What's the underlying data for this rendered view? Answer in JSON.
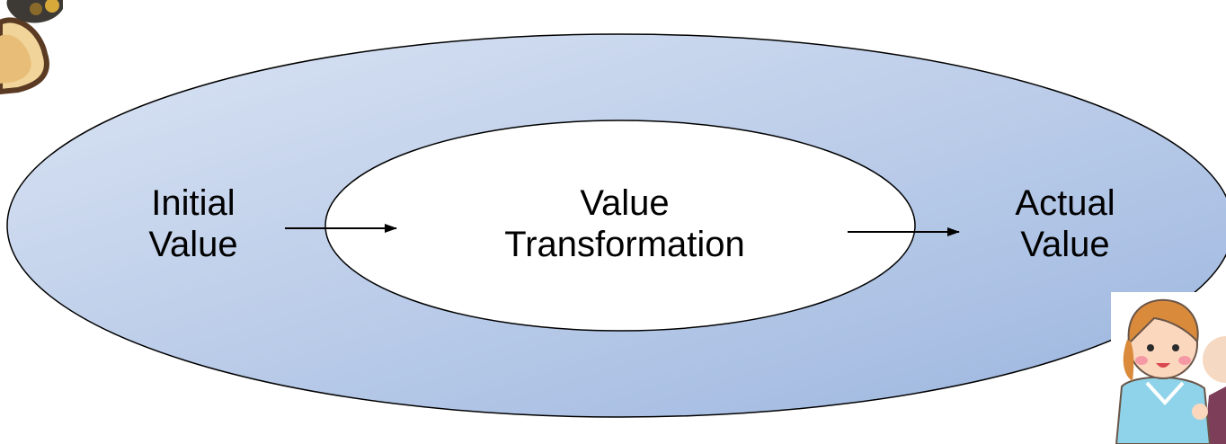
{
  "diagram": {
    "nodes": {
      "initial": {
        "line1": "Initial",
        "line2": "Value"
      },
      "transformation": {
        "line1": "Value",
        "line2": "Transformation"
      },
      "actual": {
        "line1": "Actual",
        "line2": "Value"
      }
    },
    "edges": [
      {
        "from": "initial",
        "to": "transformation"
      },
      {
        "from": "transformation",
        "to": "actual"
      }
    ]
  },
  "colors": {
    "outer_gradient_start": "#dbe4f3",
    "outer_gradient_end": "#9bb5df",
    "outline": "#000000",
    "inner_fill": "#ffffff",
    "text": "#000000"
  },
  "illustrations": {
    "top_left": "clipart-figure",
    "bottom_right": "nurse-with-patient-clipart"
  }
}
